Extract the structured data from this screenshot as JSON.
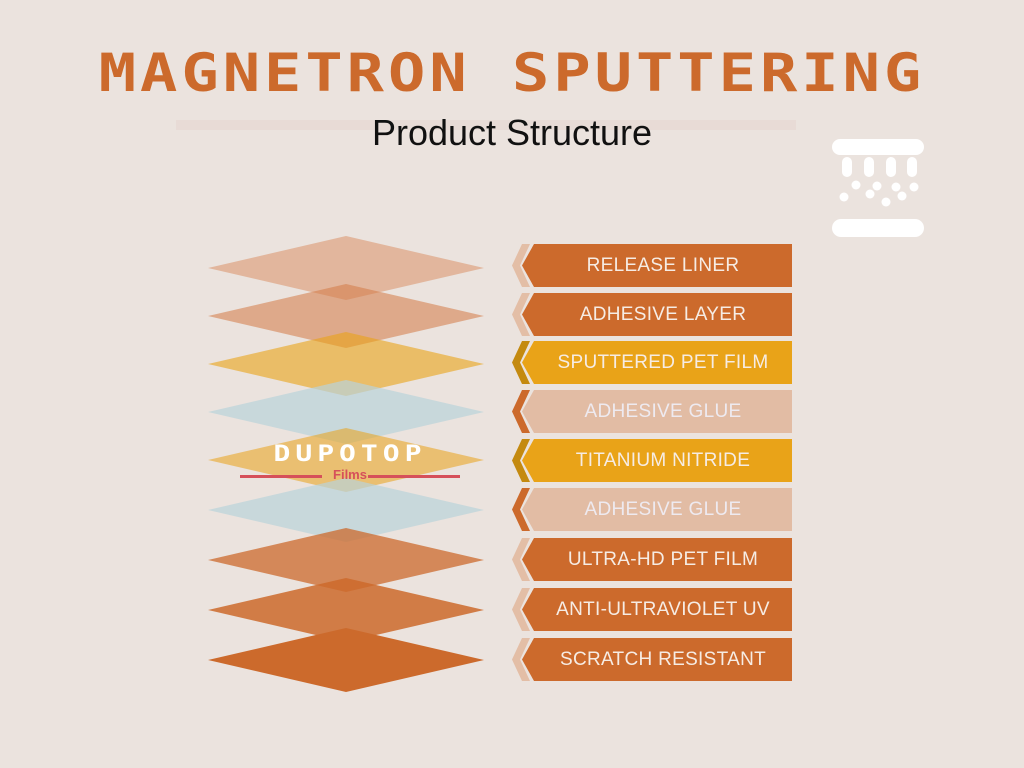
{
  "header": {
    "title": "MAGNETRON SPUTTERING",
    "subtitle": "Product Structure"
  },
  "icon": {
    "name": "sputtering-icon"
  },
  "logo": {
    "brand": "DUPOTOP",
    "tagline": "Films"
  },
  "colors": {
    "background": "#ebe3de",
    "orange": "#cc6a2c",
    "gold": "#e9a318",
    "peach": "#e2bca4",
    "light_blue": "#c7d9dd"
  },
  "layers": [
    {
      "label": "RELEASE LINER",
      "style": "orange"
    },
    {
      "label": "ADHESIVE LAYER",
      "style": "orange"
    },
    {
      "label": "SPUTTERED PET FILM",
      "style": "gold"
    },
    {
      "label": "ADHESIVE GLUE",
      "style": "pale"
    },
    {
      "label": "TITANIUM NITRIDE",
      "style": "gold"
    },
    {
      "label": "ADHESIVE GLUE",
      "style": "pale"
    },
    {
      "label": "ULTRA-HD PET FILM",
      "style": "orange"
    },
    {
      "label": "ANTI-ULTRAVIOLET UV",
      "style": "orange"
    },
    {
      "label": "SCRATCH RESISTANT",
      "style": "orange"
    }
  ]
}
